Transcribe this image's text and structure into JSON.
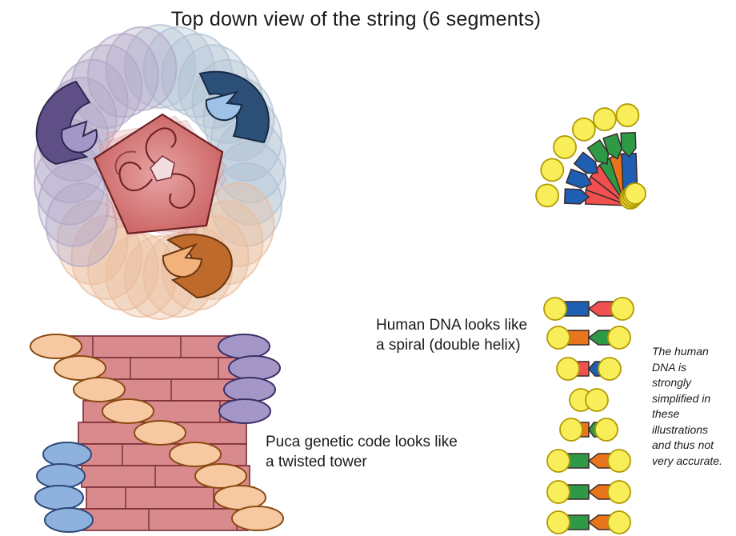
{
  "title": "Top down view of the string (6 segments)",
  "human_dna_caption": [
    "Human DNA looks like",
    "a spiral (double helix)"
  ],
  "puca_caption": [
    "Puca genetic code looks like",
    "a twisted tower"
  ],
  "note": [
    "The human",
    "DNA is",
    "strongly",
    "simplified in",
    "these",
    "illustrations",
    "and thus not",
    "very accurate."
  ],
  "colors": {
    "base_yellow": "#f7ee5a",
    "base_outline": "#b39a00",
    "red": "#f0504f",
    "blue": "#1f5fb3",
    "orange": "#e8741c",
    "green": "#2e9a46",
    "brick": "#d98a8c",
    "brick_outline": "#7a2c36",
    "puca_peach": "#f7c9a3",
    "puca_purple": "#a596c8",
    "puca_blue": "#8fb1dd",
    "hub_red": "#c95d5d"
  },
  "icons": [
    "puca-top-view-icon",
    "dna-fan-icon",
    "dna-ladder-icon",
    "twisted-tower-icon"
  ]
}
